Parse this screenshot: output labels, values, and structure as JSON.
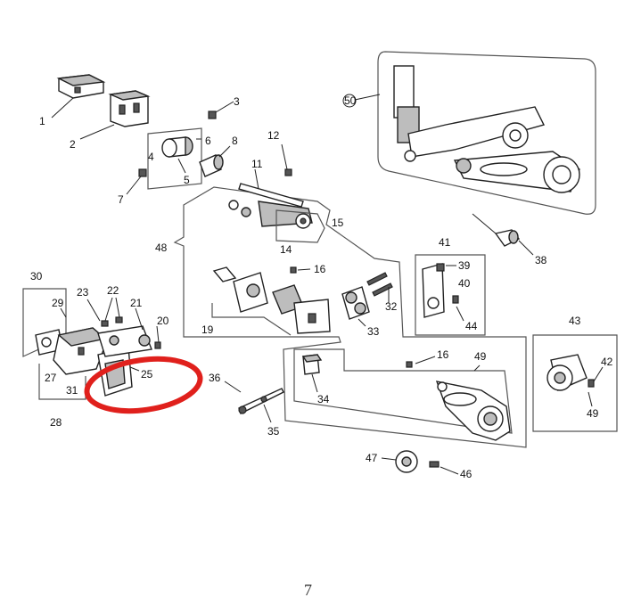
{
  "diagram": {
    "labels": {
      "n1": "1",
      "n2": "2",
      "n3": "3",
      "n4": "4",
      "n5": "5",
      "n6": "6",
      "n7": "7",
      "n8": "8",
      "n11": "11",
      "n12": "12",
      "n14": "14",
      "n15": "15",
      "n16a": "16",
      "n16b": "16",
      "n19": "19",
      "n20": "20",
      "n21": "21",
      "n22": "22",
      "n23": "23",
      "n25": "25",
      "n27": "27",
      "n28": "28",
      "n29": "29",
      "n30": "30",
      "n31": "31",
      "n32": "32",
      "n33": "33",
      "n34": "34",
      "n35": "35",
      "n36": "36",
      "n38": "38",
      "n39": "39",
      "n40": "40",
      "n41": "41",
      "n42": "42",
      "n43": "43",
      "n44": "44",
      "n46": "46",
      "n47": "47",
      "n48": "48",
      "n49a": "49",
      "n49b": "49",
      "n50": "50"
    },
    "page_number": "7",
    "highlight_color": "#e0201c",
    "line_color": "#222222"
  }
}
